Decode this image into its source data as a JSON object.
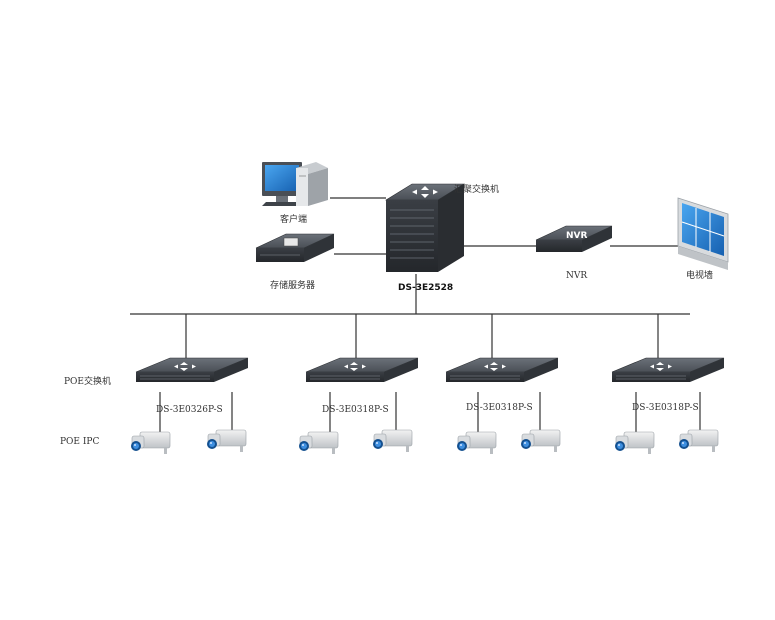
{
  "labels": {
    "client": "客户端",
    "core_switch": "汇聚交换机",
    "core_model": "DS-3E2528",
    "storage": "存储服务器",
    "nvr_badge": "NVR",
    "nvr": "NVR",
    "video_wall": "电视墙",
    "poe_switch": "POE交换机",
    "poe_ipc": "POE IPC"
  },
  "access_switches": [
    {
      "model": "DS-3E0326P-S"
    },
    {
      "model": "DS-3E0318P-S"
    },
    {
      "model": "DS-3E0318P-S"
    },
    {
      "model": "DS-3E0318P-S"
    }
  ],
  "colors": {
    "device_dark": "#3c4147",
    "device_top": "#5a6068",
    "screen_blue": "#1e78c8",
    "camera_lens": "#1e6fbf",
    "line": "#333333"
  }
}
